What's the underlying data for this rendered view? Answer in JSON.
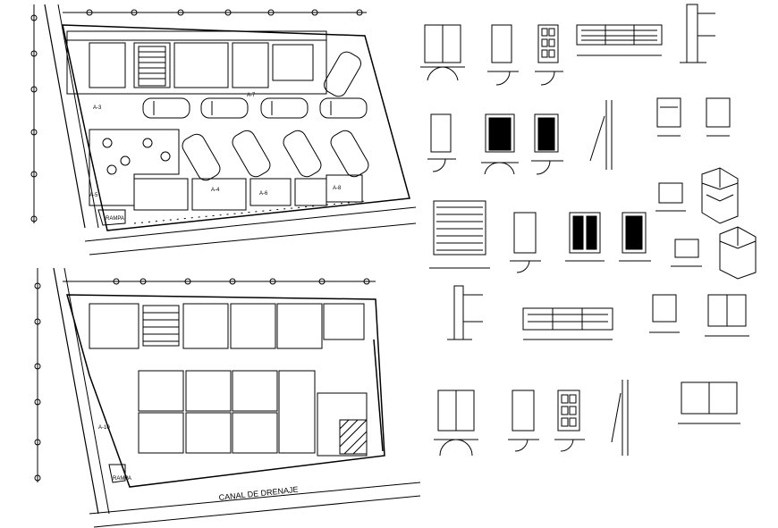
{
  "drawing": {
    "canal_label": "CANAL DE DRENAJE",
    "ground_plan": {
      "title": "A-7",
      "areas": [
        {
          "id": "a1",
          "label": "A-3"
        },
        {
          "id": "a2",
          "label": "A-4"
        },
        {
          "id": "a3",
          "label": "A-5"
        },
        {
          "id": "a4",
          "label": "A-6"
        },
        {
          "id": "a5",
          "label": "A-8"
        }
      ],
      "rampa_label": "RAMPA"
    },
    "upper_plan": {
      "area_label": "A-10",
      "rampa_label": "RAMPA"
    },
    "colors": {
      "line": "#000000",
      "background": "#ffffff"
    }
  }
}
